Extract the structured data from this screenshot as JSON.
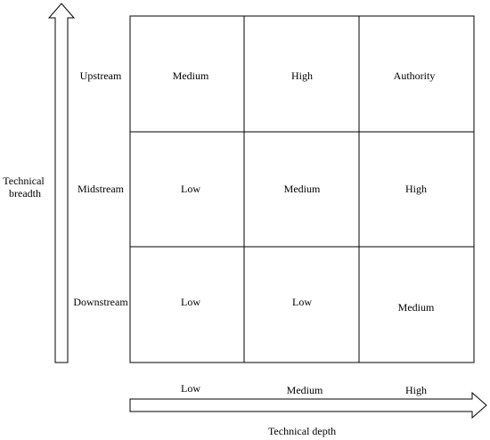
{
  "y_axis": {
    "label_line1": "Technical",
    "label_line2": "breadth"
  },
  "x_axis": {
    "label": "Technical depth"
  },
  "rows": [
    {
      "label": "Upstream"
    },
    {
      "label": "Midstream"
    },
    {
      "label": "Downstream"
    }
  ],
  "columns": [
    {
      "label": "Low"
    },
    {
      "label": "Medium"
    },
    {
      "label": "High"
    }
  ],
  "cells": [
    [
      "Medium",
      "High",
      "Authority"
    ],
    [
      "Low",
      "Medium",
      "High"
    ],
    [
      "Low",
      "Low",
      "Medium"
    ]
  ]
}
